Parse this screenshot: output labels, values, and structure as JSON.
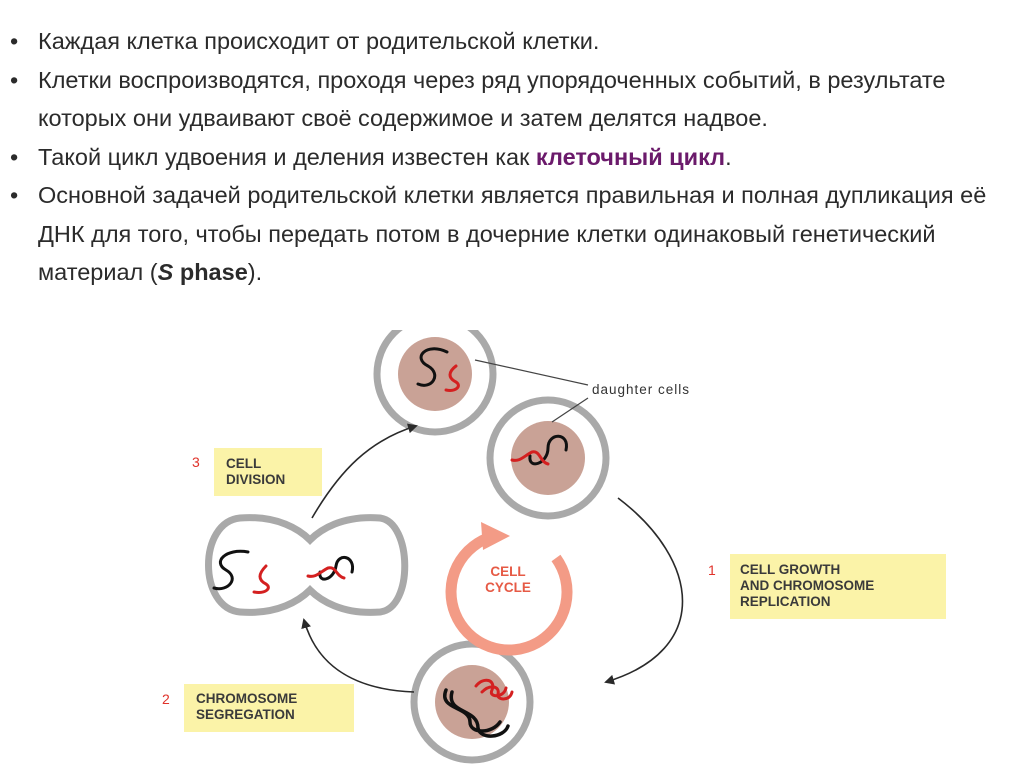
{
  "bullets": [
    {
      "text": "Каждая клетка происходит от родительской клетки."
    },
    {
      "text": "Клетки воспроизводятся, проходя через ряд упорядоченных событий, в результате которых они удваивают своё содержимое и затем делятся надвое."
    },
    {
      "before": "Такой цикл удвоения и деления известен как ",
      "highlight": "клеточный цикл",
      "after": "."
    },
    {
      "before": "Основной задачей родительской клетки является правильная и полная дупликация её ДНК для того, чтобы передать потом в дочерние клетки одинаковый генетический материал (",
      "italic": "S",
      "bold": " phase",
      "after": ")."
    }
  ],
  "diagram": {
    "daughter_label": "daughter cells",
    "cycle_label_line1": "CELL",
    "cycle_label_line2": "CYCLE",
    "steps": [
      {
        "number": "1",
        "line1": "CELL GROWTH",
        "line2": "AND CHROMOSOME",
        "line3": "REPLICATION"
      },
      {
        "number": "2",
        "line1": "CHROMOSOME",
        "line2": "SEGREGATION"
      },
      {
        "number": "3",
        "line1": "CELL",
        "line2": "DIVISION"
      }
    ]
  },
  "colors": {
    "highlight": "#6b1a6b",
    "label_box": "#fbf3a8",
    "nucleus": "#c9a296",
    "cell_ring": "#a9a9a9",
    "cycle_arrow": "#f39b86",
    "number_red": "#e0322a"
  }
}
